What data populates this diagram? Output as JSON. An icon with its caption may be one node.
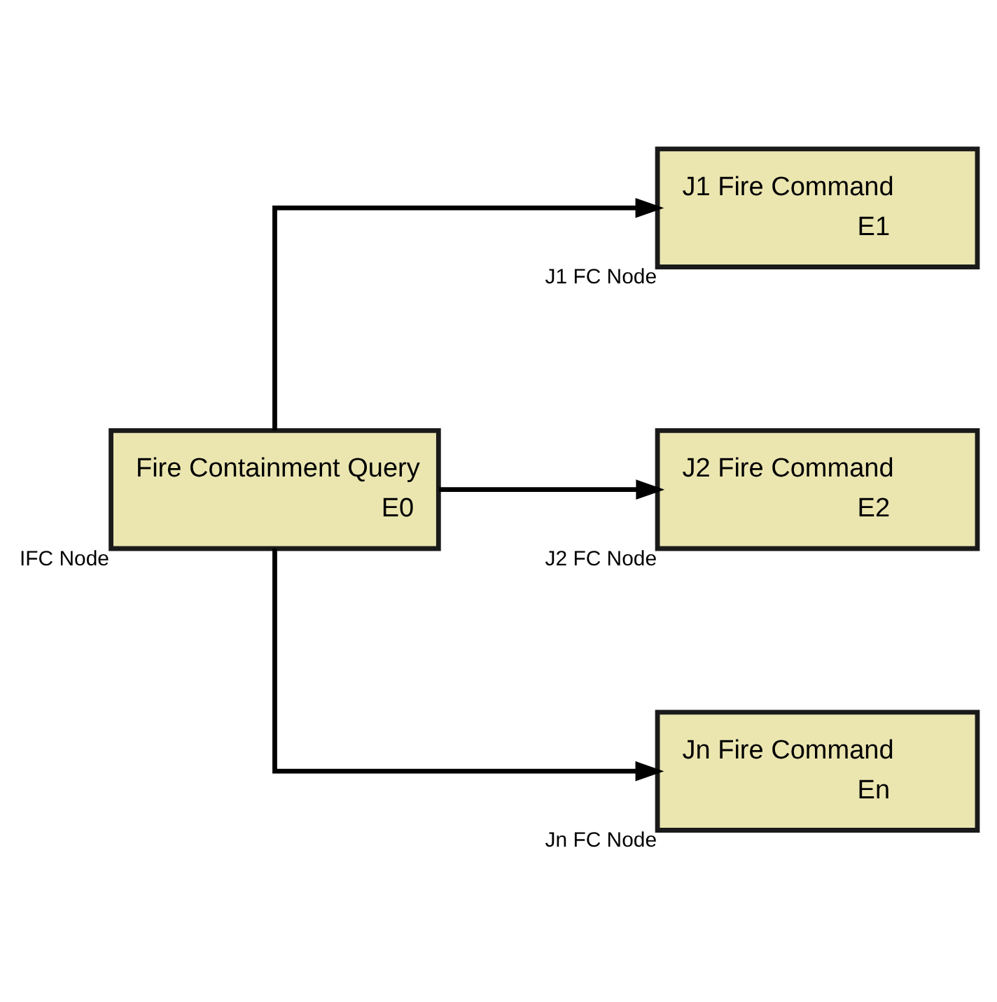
{
  "diagram": {
    "nodes": [
      {
        "text": [
          "Fire Containment Query",
          "E0"
        ],
        "beside": [
          "IFC Node"
        ]
      },
      {
        "text": [
          "J1 Fire Command",
          "E1"
        ],
        "beside": [
          "J1 FC Node"
        ]
      },
      {
        "text": [
          "J2 Fire Command",
          "E2"
        ],
        "beside": [
          "J2 FC Node"
        ]
      },
      {
        "text": [
          "Jn Fire Command",
          "En"
        ],
        "beside": [
          "Jn FC Node"
        ]
      }
    ],
    "edges": [
      {
        "from": 0,
        "to": 1,
        "arrow": "to"
      },
      {
        "from": 0,
        "to": 2,
        "arrow": "to"
      },
      {
        "from": 0,
        "to": 3,
        "arrow": "to"
      }
    ]
  }
}
